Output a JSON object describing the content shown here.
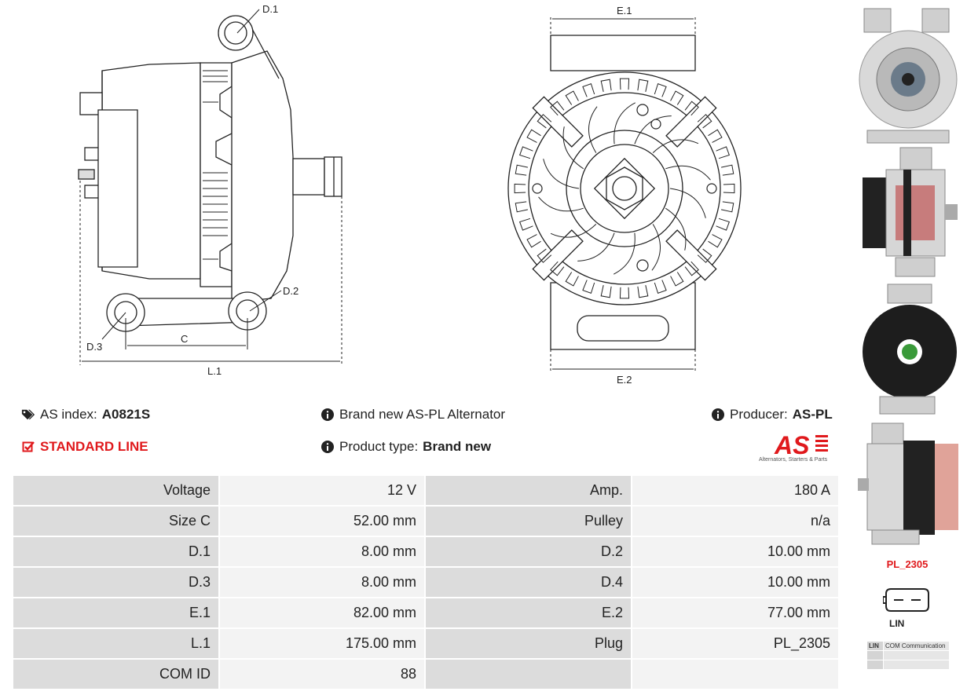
{
  "drawing": {
    "side": {
      "d1": "D.1",
      "d2": "D.2",
      "d3": "D.3",
      "c": "C",
      "l1": "L.1"
    },
    "front": {
      "e1": "E.1",
      "e2": "E.2"
    }
  },
  "info": {
    "as_index_label": "AS index:",
    "as_index_value": "A0821S",
    "brand_text": "Brand new AS-PL Alternator",
    "producer_label": "Producer:",
    "producer_value": "AS-PL",
    "standard_line": "STANDARD LINE",
    "product_type_label": "Product type:",
    "product_type_value": "Brand new"
  },
  "logo": {
    "text": "AS",
    "tagline": "Alternators, Starters & Parts"
  },
  "specs": [
    {
      "l1": "Voltage",
      "v1": "12 V",
      "l2": "Amp.",
      "v2": "180 A"
    },
    {
      "l1": "Size C",
      "v1": "52.00 mm",
      "l2": "Pulley",
      "v2": "n/a"
    },
    {
      "l1": "D.1",
      "v1": "8.00 mm",
      "l2": "D.2",
      "v2": "10.00 mm"
    },
    {
      "l1": "D.3",
      "v1": "8.00 mm",
      "l2": "D.4",
      "v2": "10.00 mm"
    },
    {
      "l1": "E.1",
      "v1": "82.00 mm",
      "l2": "E.2",
      "v2": "77.00 mm"
    },
    {
      "l1": "L.1",
      "v1": "175.00 mm",
      "l2": "Plug",
      "v2": "PL_2305"
    },
    {
      "l1": "COM ID",
      "v1": "88",
      "l2": "",
      "v2": ""
    }
  ],
  "plug": {
    "name": "PL_2305",
    "pin_label": "LIN",
    "com_key": "LIN",
    "com_value": "COM Communication"
  },
  "colors": {
    "accent_red": "#e0191c",
    "label_bg": "#dcdcdc",
    "value_bg": "#f3f3f3"
  }
}
